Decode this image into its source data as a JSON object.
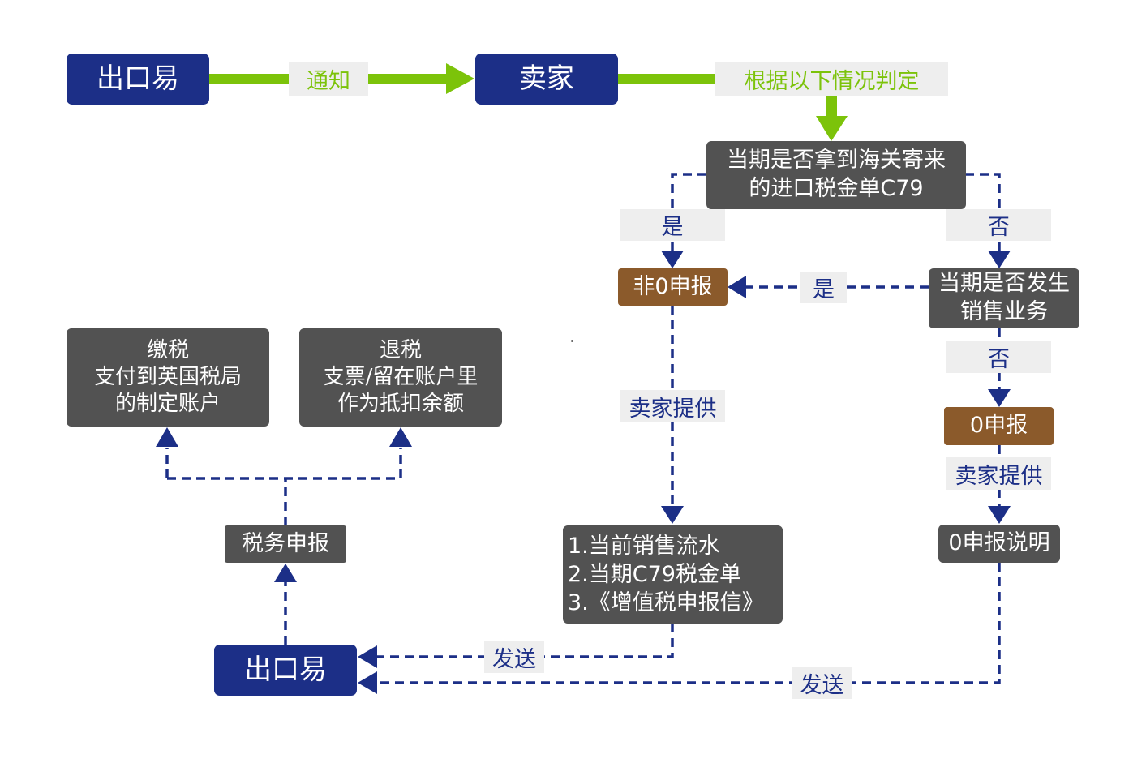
{
  "colors": {
    "navy": "#1c2f87",
    "gray": "#525252",
    "brown": "#8b5a2b",
    "green_arrow": "#7cc30a",
    "label_bg": "#eeeeee"
  },
  "nodes": {
    "exporter_top": "出口易",
    "seller": "卖家",
    "c79_question": [
      "当期是否拿到海关寄来",
      "的进口税金单C79"
    ],
    "non_zero_filing": "非0申报",
    "sales_question": [
      "当期是否发生",
      "销售业务"
    ],
    "zero_filing": "0申报",
    "zero_filing_note": "0申报说明",
    "documents": [
      "1.当前销售流水",
      "2.当期C79税金单",
      "3.《增值税申报信》"
    ],
    "exporter_bottom": "出口易",
    "tax_filing": "税务申报",
    "pay_tax": [
      "缴税",
      "支付到英国税局",
      "的制定账户"
    ],
    "refund": [
      "退税",
      "支票/留在账户里",
      "作为抵扣余额"
    ]
  },
  "labels": {
    "notify": "通知",
    "determine": "根据以下情况判定",
    "yes_c79": "是",
    "no_c79": "否",
    "yes_sales": "是",
    "no_sales": "否",
    "seller_provides_docs": "卖家提供",
    "seller_provides_note": "卖家提供",
    "send_docs": "发送",
    "send_note": "发送"
  }
}
